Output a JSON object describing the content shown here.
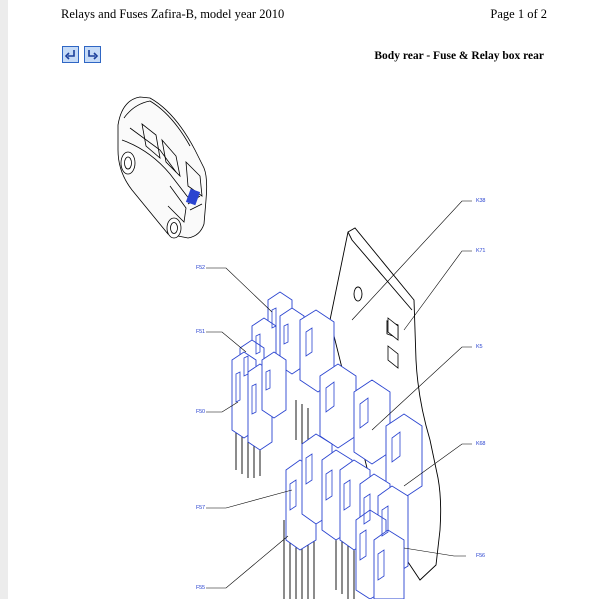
{
  "header": {
    "document_title": "Relays and Fuses Zafira-B, model year 2010",
    "page_indicator": "Page 1 of 2"
  },
  "navigation": {
    "back_icon": "arrow-back-icon",
    "forward_icon": "arrow-forward-icon"
  },
  "section": {
    "title": "Body rear - Fuse & Relay box rear"
  },
  "callouts": {
    "k38": "K38",
    "k71": "K71",
    "k5": "K5",
    "k68": "K68",
    "f52": "F52",
    "f51": "F51",
    "f50": "F50",
    "f57": "F57",
    "f55": "F55",
    "f56": "F56"
  },
  "colors": {
    "highlight": "#2a44d0",
    "nav_button_fill": "#c6dbf7",
    "nav_button_border": "#2f66c4"
  }
}
